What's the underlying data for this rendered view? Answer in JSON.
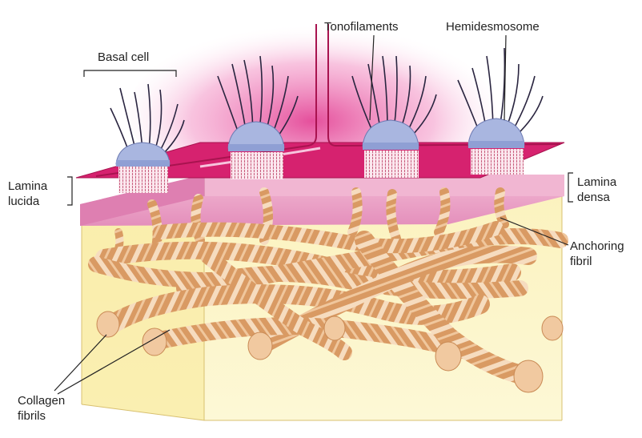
{
  "labels": {
    "basal_cell": "Basal cell",
    "tonofilaments": "Tonofilaments",
    "hemidesmosome": "Hemidesmosome",
    "lamina_lucida_1": "Lamina",
    "lamina_lucida_2": "lucida",
    "lamina_densa_1": "Lamina",
    "lamina_densa_2": "densa",
    "anchoring_fibril_1": "Anchoring",
    "anchoring_fibril_2": "fibril",
    "collagen_fibrils_1": "Collagen",
    "collagen_fibrils_2": "fibrils"
  },
  "colors": {
    "cell_pink": "#d6226f",
    "cell_glow": "#f06aa8",
    "lamina_lucida": "#e8a0c4",
    "lamina_densa": "#e57ab0",
    "dermis": "#fbf4bf",
    "collagen": "#d99a63",
    "collagen_band": "#f6dcbf",
    "hemidesmosome": "#a9b6e0",
    "filament": "#2a2540"
  },
  "icons": [
    "hemidesmosome-icon",
    "collagen-fibril-icon",
    "anchoring-fibril-icon"
  ]
}
